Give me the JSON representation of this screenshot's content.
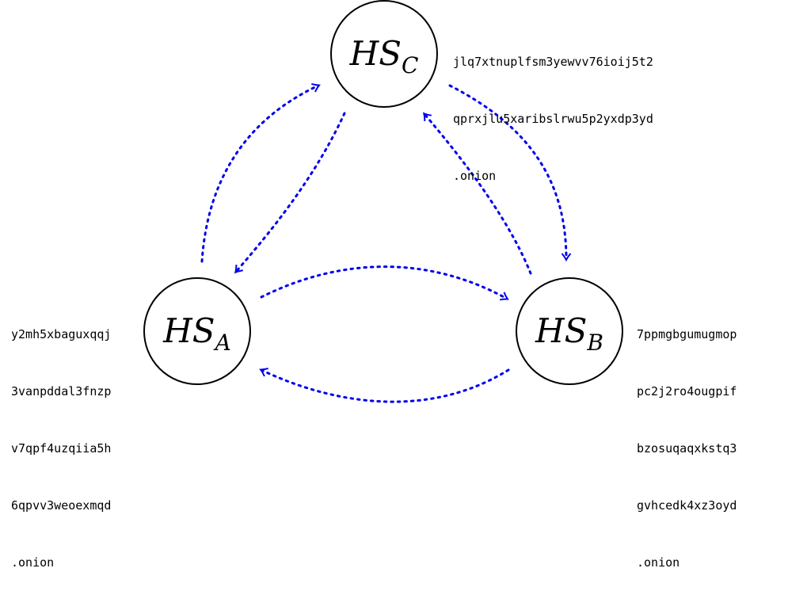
{
  "nodes": {
    "a": {
      "name": "HS",
      "sub": "A",
      "address_lines": [
        "y2mh5xbaguxqqj",
        "3vanpddal3fnzp",
        "v7qpf4uzqiia5h",
        "6qpvv3weoexmqd",
        ".onion"
      ]
    },
    "b": {
      "name": "HS",
      "sub": "B",
      "address_lines": [
        "7ppmgbgumugmop",
        "pc2j2ro4ougpif",
        "bzosuqaqxkstq3",
        "gvhcedk4xz3oyd",
        ".onion"
      ]
    },
    "c": {
      "name": "HS",
      "sub": "C",
      "address_lines": [
        "jlq7xtnuplfsm3yewvv76ioij5t2",
        "qprxjlu5xaribslrwu5p2yxdp3yd",
        ".onion"
      ]
    }
  },
  "edges": [
    {
      "from": "A",
      "to": "C"
    },
    {
      "from": "C",
      "to": "A"
    },
    {
      "from": "A",
      "to": "B"
    },
    {
      "from": "B",
      "to": "A"
    },
    {
      "from": "C",
      "to": "B"
    },
    {
      "from": "B",
      "to": "C"
    }
  ],
  "colors": {
    "edge": "#0000ee",
    "node_stroke": "#000000"
  }
}
